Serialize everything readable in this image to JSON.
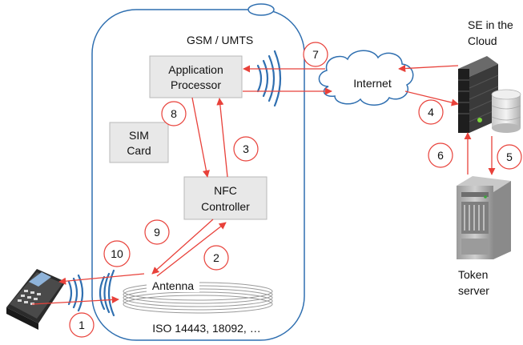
{
  "phone": {
    "network_label": "GSM / UMTS",
    "app_processor": [
      "Application",
      "Processor"
    ],
    "sim_card": [
      "SIM",
      "Card"
    ],
    "nfc_controller": [
      "NFC",
      "Controller"
    ],
    "antenna_label": "Antenna",
    "standards_label": "ISO 14443, 18092, …"
  },
  "cloud_label": "Internet",
  "se_cloud_label": [
    "SE in the",
    "Cloud"
  ],
  "token_server_label": [
    "Token",
    "server"
  ],
  "steps": [
    "1",
    "2",
    "3",
    "4",
    "5",
    "6",
    "7",
    "8",
    "9",
    "10"
  ],
  "colors": {
    "arrow": "#e8413a",
    "wave": "#2f6fb0",
    "box_fill": "#e8e8e8",
    "phone_outline": "#2f6fb0"
  },
  "icons": {
    "payment_terminal": "payment-terminal-icon",
    "server": "server-icon",
    "database": "database-icon",
    "token_server": "token-server-icon"
  }
}
